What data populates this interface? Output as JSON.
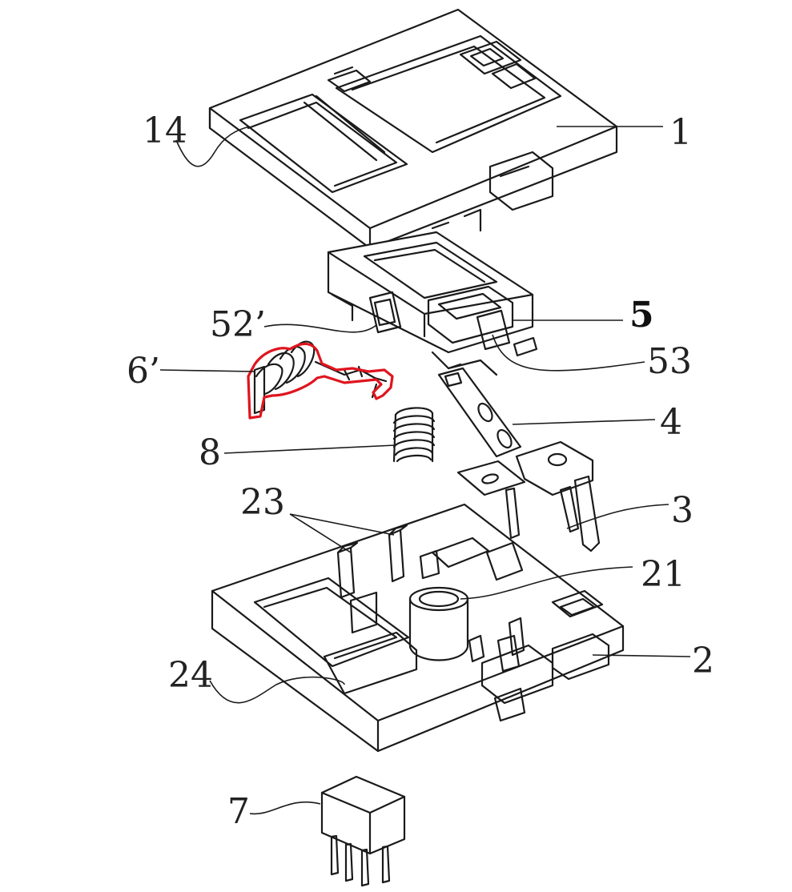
{
  "labels": {
    "l1": "1",
    "l14": "14",
    "l5": "5",
    "l52p": "52’",
    "l53": "53",
    "l6p": "6’",
    "l4": "4",
    "l8": "8",
    "l3": "3",
    "l23": "23",
    "l21": "21",
    "l2": "2",
    "l24": "24",
    "l7": "7"
  },
  "colors": {
    "highlight": "#e0141e",
    "line": "#1a1a1a"
  }
}
